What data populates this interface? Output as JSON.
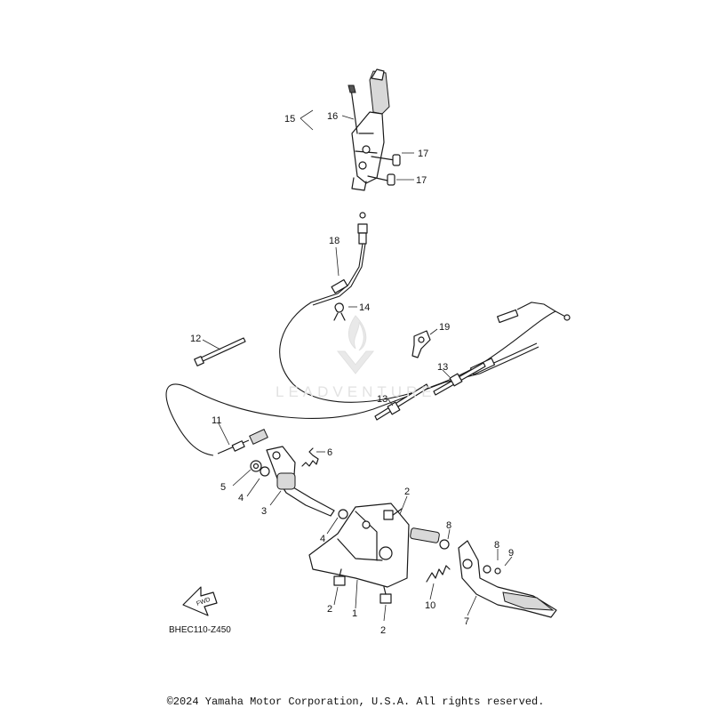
{
  "diagram": {
    "code": "BHEC110-Z450",
    "copyright": "©2024 Yamaha Motor Corporation, U.S.A. All rights reserved.",
    "watermark": "LEADVENTURE",
    "fwd_label": "FWD",
    "callouts": [
      "15",
      "16",
      "17",
      "17",
      "18",
      "14",
      "19",
      "12",
      "13",
      "13",
      "11",
      "6",
      "5",
      "4",
      "3",
      "2",
      "4",
      "8",
      "8",
      "9",
      "2",
      "1",
      "2",
      "10",
      "7"
    ]
  }
}
